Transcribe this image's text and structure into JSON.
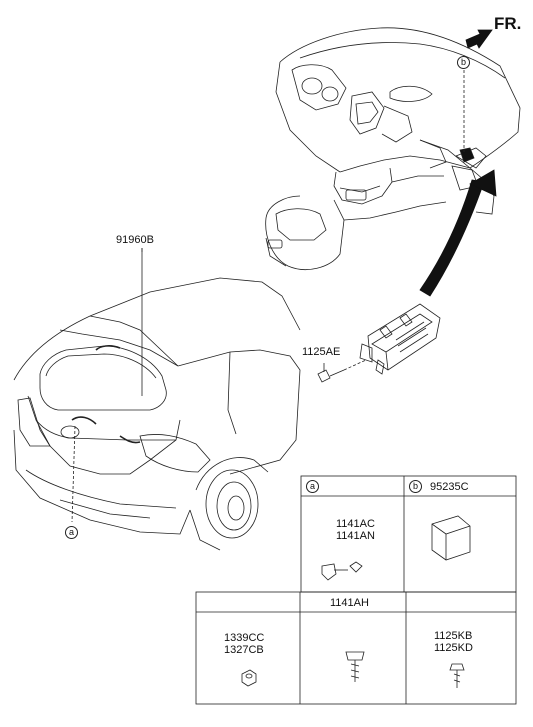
{
  "direction_label": "FR.",
  "callouts": {
    "b_top": "b",
    "a_car": "a"
  },
  "part_numbers": {
    "harness_tailgate": "91960B",
    "module_bolt": "1125AE"
  },
  "table": {
    "row1": {
      "a_marker": "a",
      "b_marker": "b",
      "b_part": "95235C",
      "a_parts_line1": "1141AC",
      "a_parts_line2": "1141AN"
    },
    "row2": {
      "header_middle": "1141AH",
      "left_line1": "1339CC",
      "left_line2": "1327CB",
      "right_line1": "1125KB",
      "right_line2": "1125KD"
    }
  }
}
